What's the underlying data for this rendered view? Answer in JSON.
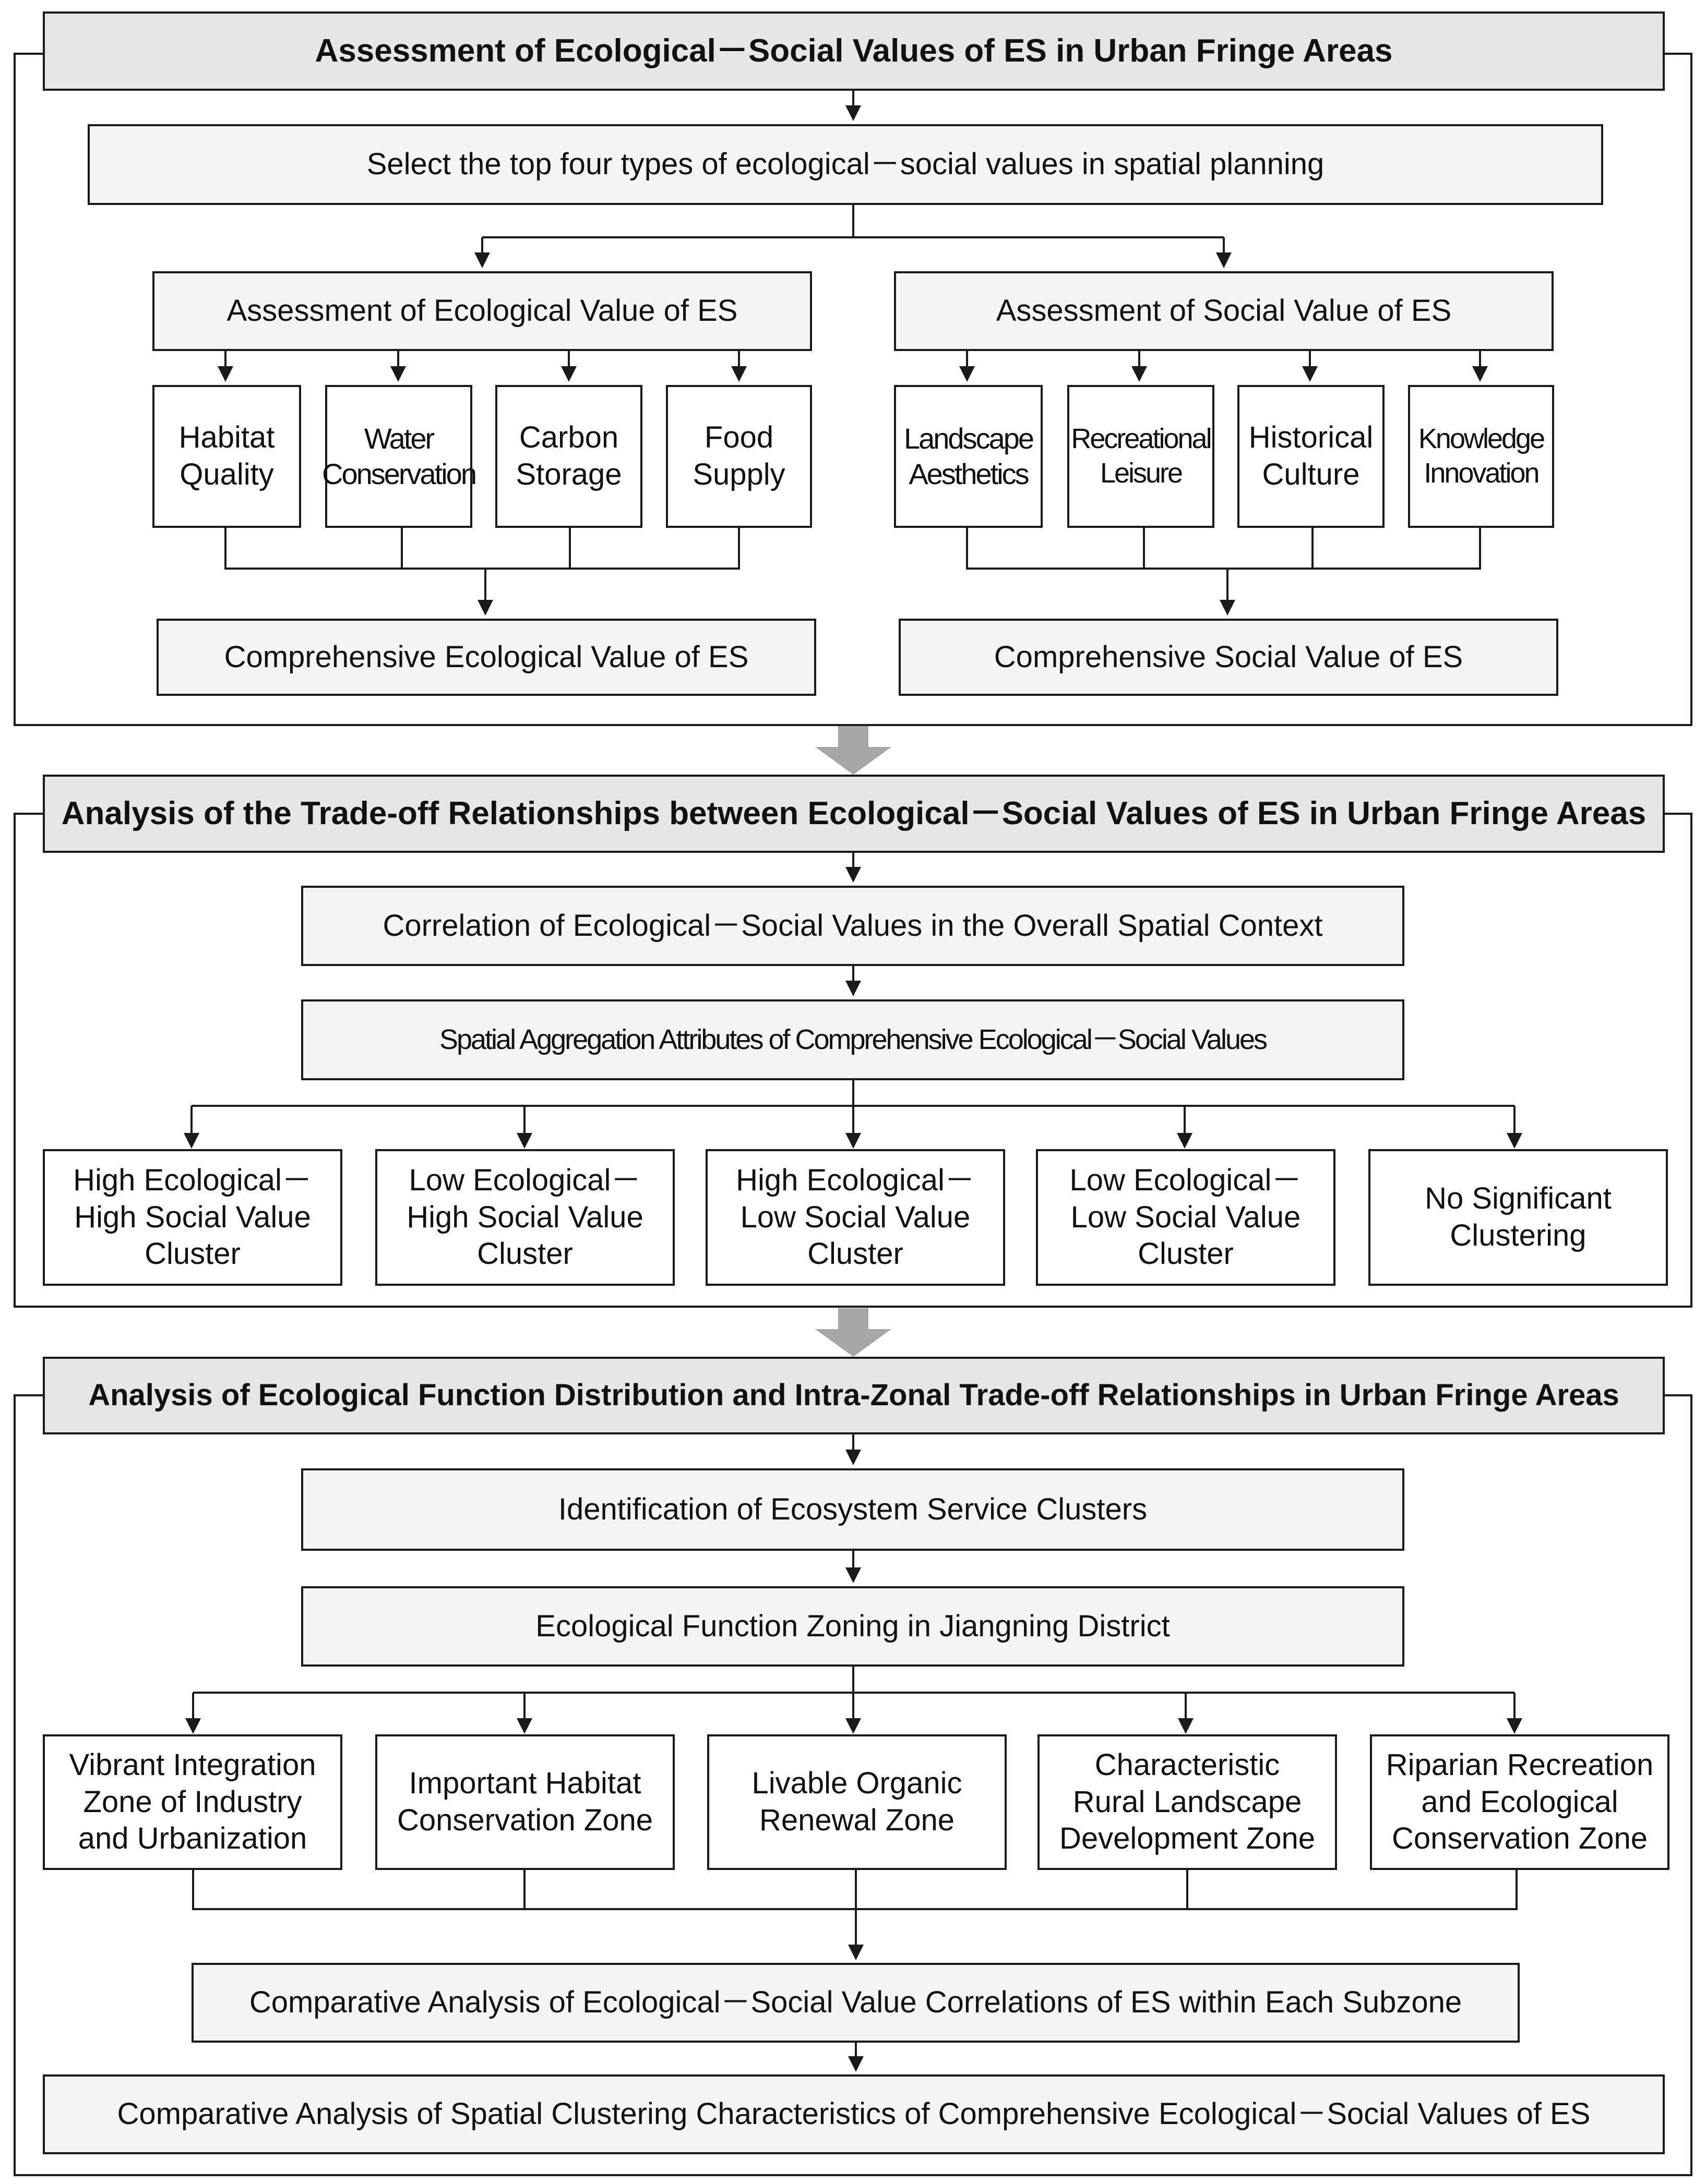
{
  "section1": {
    "header": "Assessment of Ecological－Social Values of ES in Urban Fringe Areas",
    "select": "Select the top four types of ecological－social values in spatial planning",
    "eco_assessment": "Assessment of Ecological Value of ES",
    "social_assessment": "Assessment of Social Value of ES",
    "eco_items": [
      "Habitat\nQuality",
      "Water\nConservation",
      "Carbon\nStorage",
      "Food\nSupply"
    ],
    "social_items": [
      "Landscape\nAesthetics",
      "Recreational\nLeisure",
      "Historical\nCulture",
      "Knowledge\nInnovation"
    ],
    "eco_comprehensive": "Comprehensive Ecological Value of ES",
    "social_comprehensive": "Comprehensive Social Value of ES"
  },
  "section2": {
    "header": "Analysis of the Trade-off Relationships between Ecological－Social Values of ES in Urban Fringe Areas",
    "correlation": "Correlation of Ecological－Social Values in the Overall Spatial Context",
    "aggregation": "Spatial Aggregation Attributes of Comprehensive Ecological－Social Values",
    "clusters": [
      "High Ecological－\nHigh Social Value\nCluster",
      "Low Ecological－\nHigh Social Value\nCluster",
      "High Ecological－\nLow Social Value\nCluster",
      "Low Ecological－\nLow Social Value\nCluster",
      "No Significant\nClustering"
    ]
  },
  "section3": {
    "header": "Analysis of Ecological Function Distribution and Intra-Zonal Trade-off Relationships in Urban Fringe Areas",
    "identification": "Identification of Ecosystem Service Clusters",
    "zoning": "Ecological Function Zoning in Jiangning District",
    "zones": [
      "Vibrant Integration\nZone of  Industry\nand Urbanization",
      "Important Habitat\nConservation Zone",
      "Livable Organic\nRenewal Zone",
      "Characteristic\nRural Landscape\nDevelopment Zone",
      "Riparian Recreation\nand Ecological\nConservation Zone"
    ],
    "comparative_correlation": "Comparative Analysis of Ecological－Social Value Correlations of ES within Each Subzone",
    "comparative_clustering": "Comparative Analysis of Spatial Clustering Characteristics of Comprehensive Ecological－Social Values of ES"
  },
  "colors": {
    "line": "#1a1a1a",
    "header_fill": "#e6e6e6",
    "box_fill": "#f4f4f4",
    "flow_arrow": "#a6a6a6"
  }
}
